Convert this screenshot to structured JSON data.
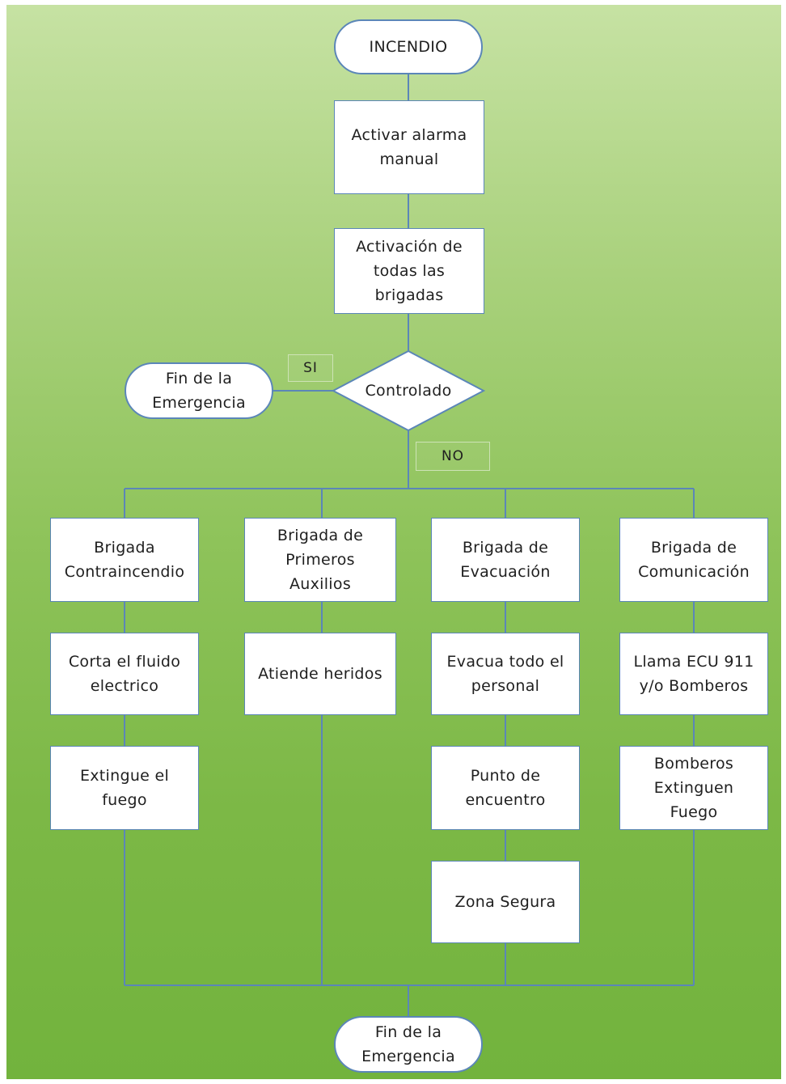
{
  "diagram": {
    "start": "INCENDIO",
    "step1": "Activar alarma\nmanual",
    "step2": "Activación de\ntodas las\nbrigadas",
    "decision": "Controlado",
    "yes_label": "SI",
    "no_label": "NO",
    "end_yes": "Fin de la\nEmergencia",
    "brigades": {
      "contra": {
        "title": "Brigada\nContraincendio",
        "actions": [
          "Corta el fluido\nelectrico",
          "Extingue el\nfuego"
        ]
      },
      "primeros": {
        "title": "Brigada de\nPrimeros\nAuxilios",
        "actions": [
          "Atiende heridos"
        ]
      },
      "evacuacion": {
        "title": "Brigada de\nEvacuación",
        "actions": [
          "Evacua todo el\npersonal",
          "Punto de\nencuentro",
          "Zona Segura"
        ]
      },
      "comunicacion": {
        "title": "Brigada de\nComunicación",
        "actions": [
          "Llama ECU 911\ny/o Bomberos",
          "Bomberos\nExtinguen\nFuego"
        ]
      }
    },
    "end": "Fin de la\nEmergencia"
  }
}
